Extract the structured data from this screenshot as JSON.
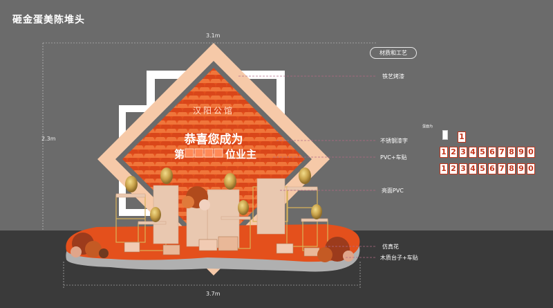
{
  "page_title": "砸金蛋美陈堆头",
  "dimensions": {
    "top_width": "3.1m",
    "height": "2.3m",
    "bottom_width": "3.7m"
  },
  "materials_header": "材质和工艺",
  "annotations": [
    "铁艺烤漆",
    "不锈钢漆字",
    "PVC+车贴",
    "亮面PVC",
    "仿真花",
    "木质台子+车贴"
  ],
  "sign": {
    "brand": "汉阳公馆",
    "line1": "恭喜您成为",
    "line2_prefix": "第",
    "line2_suffix": "位业主"
  },
  "digits_label": "蛋面为",
  "single_digit": "1",
  "digit_rows": [
    [
      "1",
      "2",
      "3",
      "4",
      "5",
      "6",
      "7",
      "8",
      "9",
      "0"
    ],
    [
      "1",
      "2",
      "3",
      "4",
      "5",
      "6",
      "7",
      "8",
      "9",
      "0"
    ]
  ],
  "colors": {
    "background": "#6b6b6b",
    "floor": "#3a3a3a",
    "orange": "#e4501c",
    "peach_frame": "#f6c9a8",
    "gold_egg": "#c9a24a",
    "red_digit": "#c4351c",
    "annotation_line": "#b36a85"
  }
}
